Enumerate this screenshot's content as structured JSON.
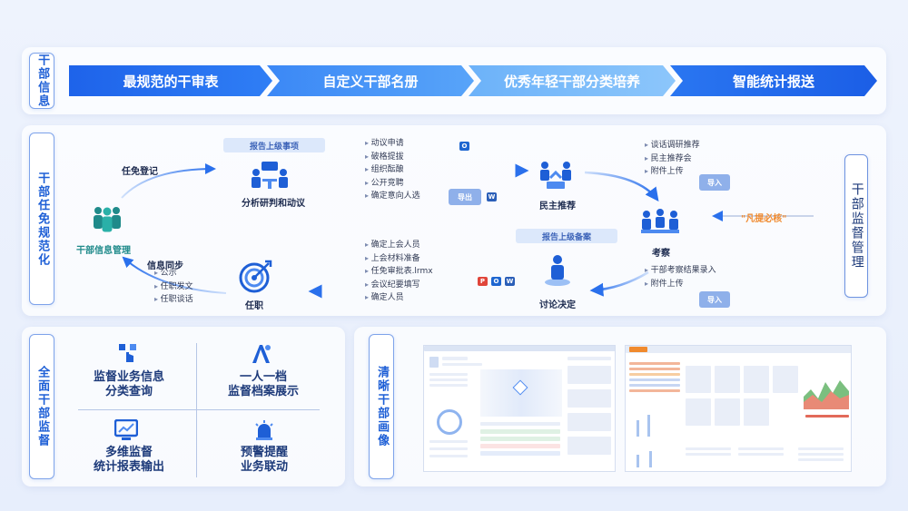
{
  "section1": {
    "tag": "干部信息",
    "steps": [
      "最规范的干审表",
      "自定义干部名册",
      "优秀年轻干部分类培养",
      "智能统计报送"
    ]
  },
  "section2": {
    "tag": "干部任免规范化",
    "right_tag": "干部监督管理",
    "node_info_mgmt": "干部信息管理",
    "appoint_register": "任免登记",
    "report_superior": "报告上级事项",
    "analysis": "分析研判和动议",
    "list_motion": [
      "动议申请",
      "破格提拔",
      "组织酝酿",
      "公开竞聘",
      "确定意向人选"
    ],
    "export_label": "导出",
    "democratic": "民主推荐",
    "list_talk": [
      "谈话调研推荐",
      "民主推荐会",
      "附件上传"
    ],
    "import_label_1": "导入",
    "check_reminder": "\"凡提必核\"",
    "inspect": "考察",
    "list_inspect": [
      "干部考察结果录入",
      "附件上传"
    ],
    "import_label_2": "导入",
    "report_record": "报告上级备案",
    "discuss": "讨论决定",
    "list_meeting": [
      "确定上会人员",
      "上会材料准备",
      "任免审批表.lrmx",
      "会议纪要填写",
      "确定人员"
    ],
    "appoint": "任职",
    "info_sync": "信息同步",
    "list_sync": [
      "公示",
      "任职发文",
      "任职谈话"
    ]
  },
  "section3": {
    "tag": "全面干部监督",
    "cells": [
      {
        "line1": "监督业务信息",
        "line2": "分类查询",
        "icon": "touch-search-icon"
      },
      {
        "line1": "一人一档",
        "line2": "监督档案展示",
        "icon": "person-file-icon"
      },
      {
        "line1": "多维监督",
        "line2": "统计报表输出",
        "icon": "report-chart-icon"
      },
      {
        "line1": "预警提醒",
        "line2": "业务联动",
        "icon": "alarm-icon"
      }
    ]
  },
  "section4": {
    "tag": "清晰干部画像"
  },
  "colors": {
    "accent": "#1e5fd6",
    "chevron1": "#1f6df0",
    "chevron2": "#3c8ef7",
    "chevron3": "#6fb3f9",
    "chevron4": "#2a79f2",
    "reminder": "#f08a2e"
  }
}
